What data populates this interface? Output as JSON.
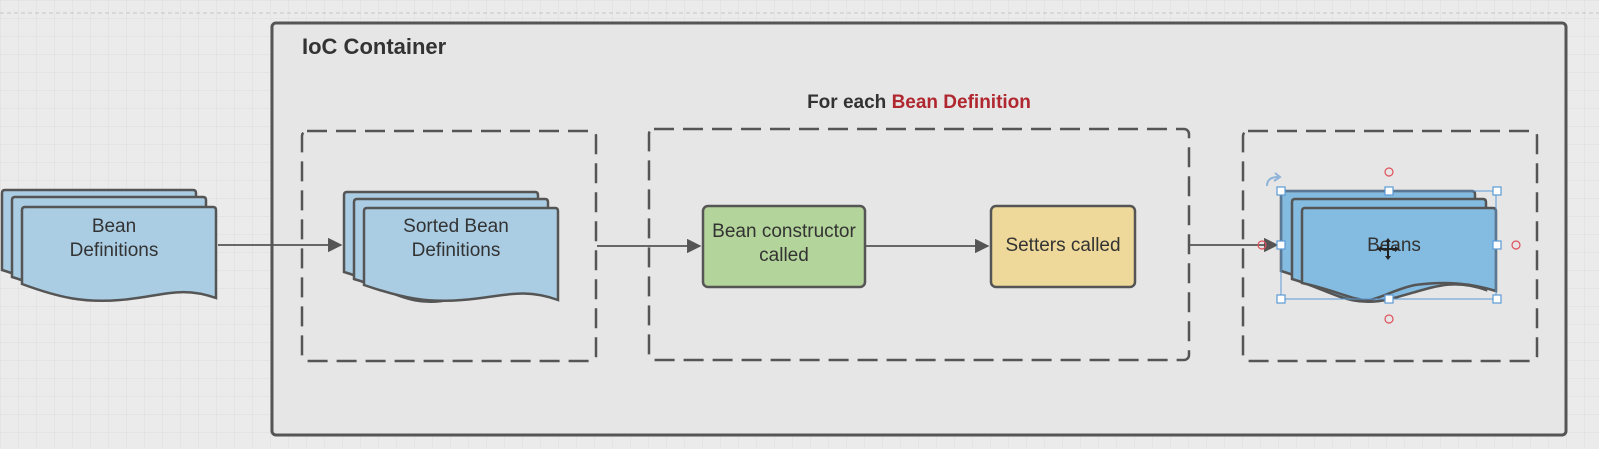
{
  "diagram": {
    "container_title": "IoC Container",
    "for_each_prefix": "For each ",
    "for_each_highlight": "Bean Definition",
    "nodes": {
      "bean_definitions": [
        "Bean",
        "Definitions"
      ],
      "sorted_bean_definitions": [
        "Sorted Bean",
        "Definitions"
      ],
      "bean_constructor": [
        "Bean constructor",
        "called"
      ],
      "setters": [
        "Setters called"
      ],
      "beans": [
        "Beans"
      ]
    }
  },
  "colors": {
    "canvas_bg": "#ebebeb",
    "grid_line": "#dedede",
    "stroke": "#555555",
    "doc_fill": "#aacde4",
    "doc_selected_fill": "#84bbe0",
    "constructor_fill": "#b3d49a",
    "setters_fill": "#eed99a",
    "highlight_text": "#b0272f",
    "title_text": "#333333",
    "selection": "#5b9ad6",
    "handle_alt": "#e0505a"
  }
}
